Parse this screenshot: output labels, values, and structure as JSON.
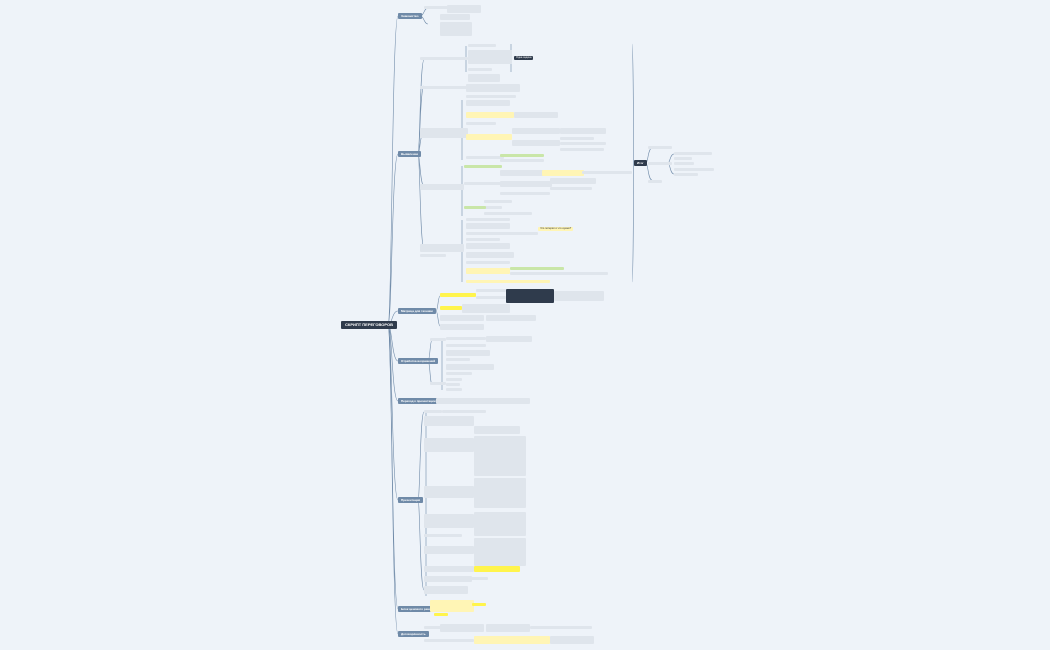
{
  "root": {
    "label": "СКРИПТ ПЕРЕГОВОРОВ"
  },
  "branches": [
    {
      "label": "Знакомство"
    },
    {
      "label": "Выявление"
    },
    {
      "label": "Матрица для техники"
    },
    {
      "label": "Отработка возражений"
    },
    {
      "label": "Переход к презентации"
    },
    {
      "label": "Презентация"
    },
    {
      "label": "Блок ценового решения"
    },
    {
      "label": "Договорённость"
    }
  ],
  "side_node": {
    "label": "Итог"
  },
  "highlights": {
    "dark_box": "Одна задача",
    "callout": "Что потерял и что нужно?"
  }
}
